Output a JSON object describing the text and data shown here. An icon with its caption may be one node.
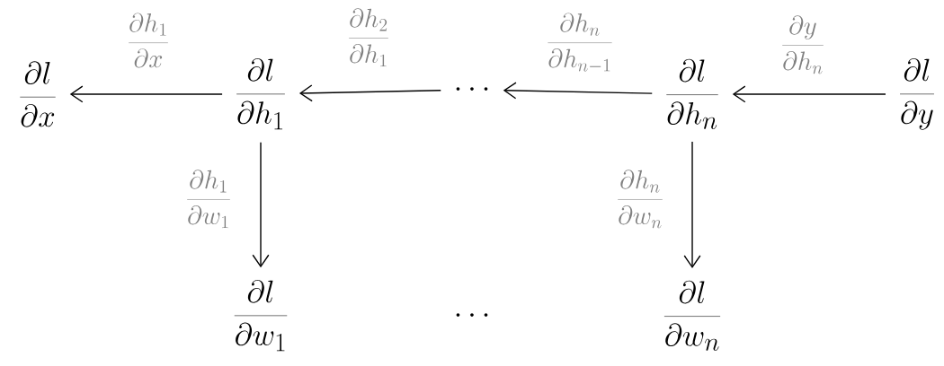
{
  "diagram": {
    "nodes": [
      {
        "text": [
          "\\frac{\\partial l}{\\partial x}"
        ]
      },
      {
        "text": [
          "\\frac{\\partial l}{\\partial h_1}"
        ]
      },
      {
        "text": [
          "\\cdots"
        ]
      },
      {
        "text": [
          "\\frac{\\partial l}{\\partial h_n}"
        ]
      },
      {
        "text": [
          "\\frac{\\partial l}{\\partial y}"
        ]
      },
      {
        "text": [
          "\\frac{\\partial l}{\\partial w_1}"
        ]
      },
      {
        "text": [
          "\\frac{\\partial l}{\\partial w_n}"
        ]
      }
    ],
    "edges": [
      {
        "from": 4,
        "to": 3,
        "arrow": "to",
        "label": "\\frac{\\partial y}{\\partial h_n}"
      },
      {
        "from": 3,
        "to": 2,
        "arrow": "to",
        "label": "\\frac{\\partial h_n}{\\partial h_{n-1}}"
      },
      {
        "from": 2,
        "to": 1,
        "arrow": "to",
        "label": "\\frac{\\partial h_2}{\\partial h_1}"
      },
      {
        "from": 1,
        "to": 0,
        "arrow": "to",
        "label": "\\frac{\\partial h_1}{\\partial x}"
      },
      {
        "from": 1,
        "to": 5,
        "arrow": "to",
        "label": "\\frac{\\partial h_1}{\\partial w_1}"
      },
      {
        "from": 3,
        "to": 6,
        "arrow": "to",
        "label": "\\frac{\\partial h_n}{\\partial w_n}"
      }
    ],
    "labels": [
      "\\cdots"
    ]
  }
}
